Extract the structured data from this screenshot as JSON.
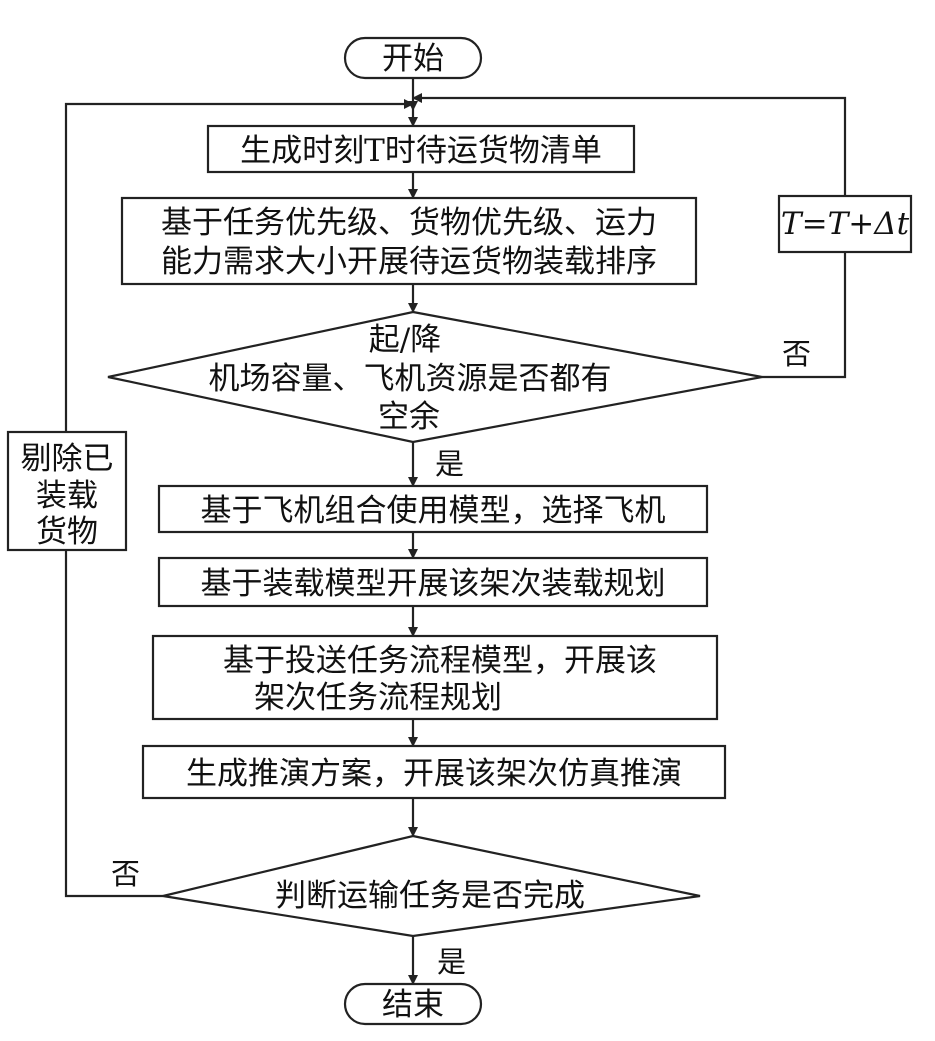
{
  "nodes": {
    "start": "开始",
    "generate_list": "生成时刻T时待运货物清单",
    "sort_line1": "基于任务优先级、货物优先级、运力",
    "sort_line2": "能力需求大小开展待运货物装载排序",
    "decision1_line1": "起/降",
    "decision1_line2": "机场容量、飞机资源是否都有",
    "decision1_line3": "空余",
    "select_plane": "基于飞机组合使用模型，选择飞机",
    "loading_plan": "基于装载模型开展该架次装载规划",
    "mission_line1": "基于投送任务流程模型，开展该",
    "mission_line2": "架次任务流程规划",
    "simulate": "生成推演方案，开展该架次仿真推演",
    "decision2": "判断运输任务是否完成",
    "end": "结束",
    "remove_line1": "剔除已",
    "remove_line2": "装载",
    "remove_line3": "货物",
    "time_update": "T=T+Δt"
  },
  "labels": {
    "no_right": "否",
    "yes_mid": "是",
    "no_left": "否",
    "yes_end": "是"
  },
  "colors": {
    "stroke": "#222222",
    "text": "#111111",
    "background": "#ffffff"
  }
}
